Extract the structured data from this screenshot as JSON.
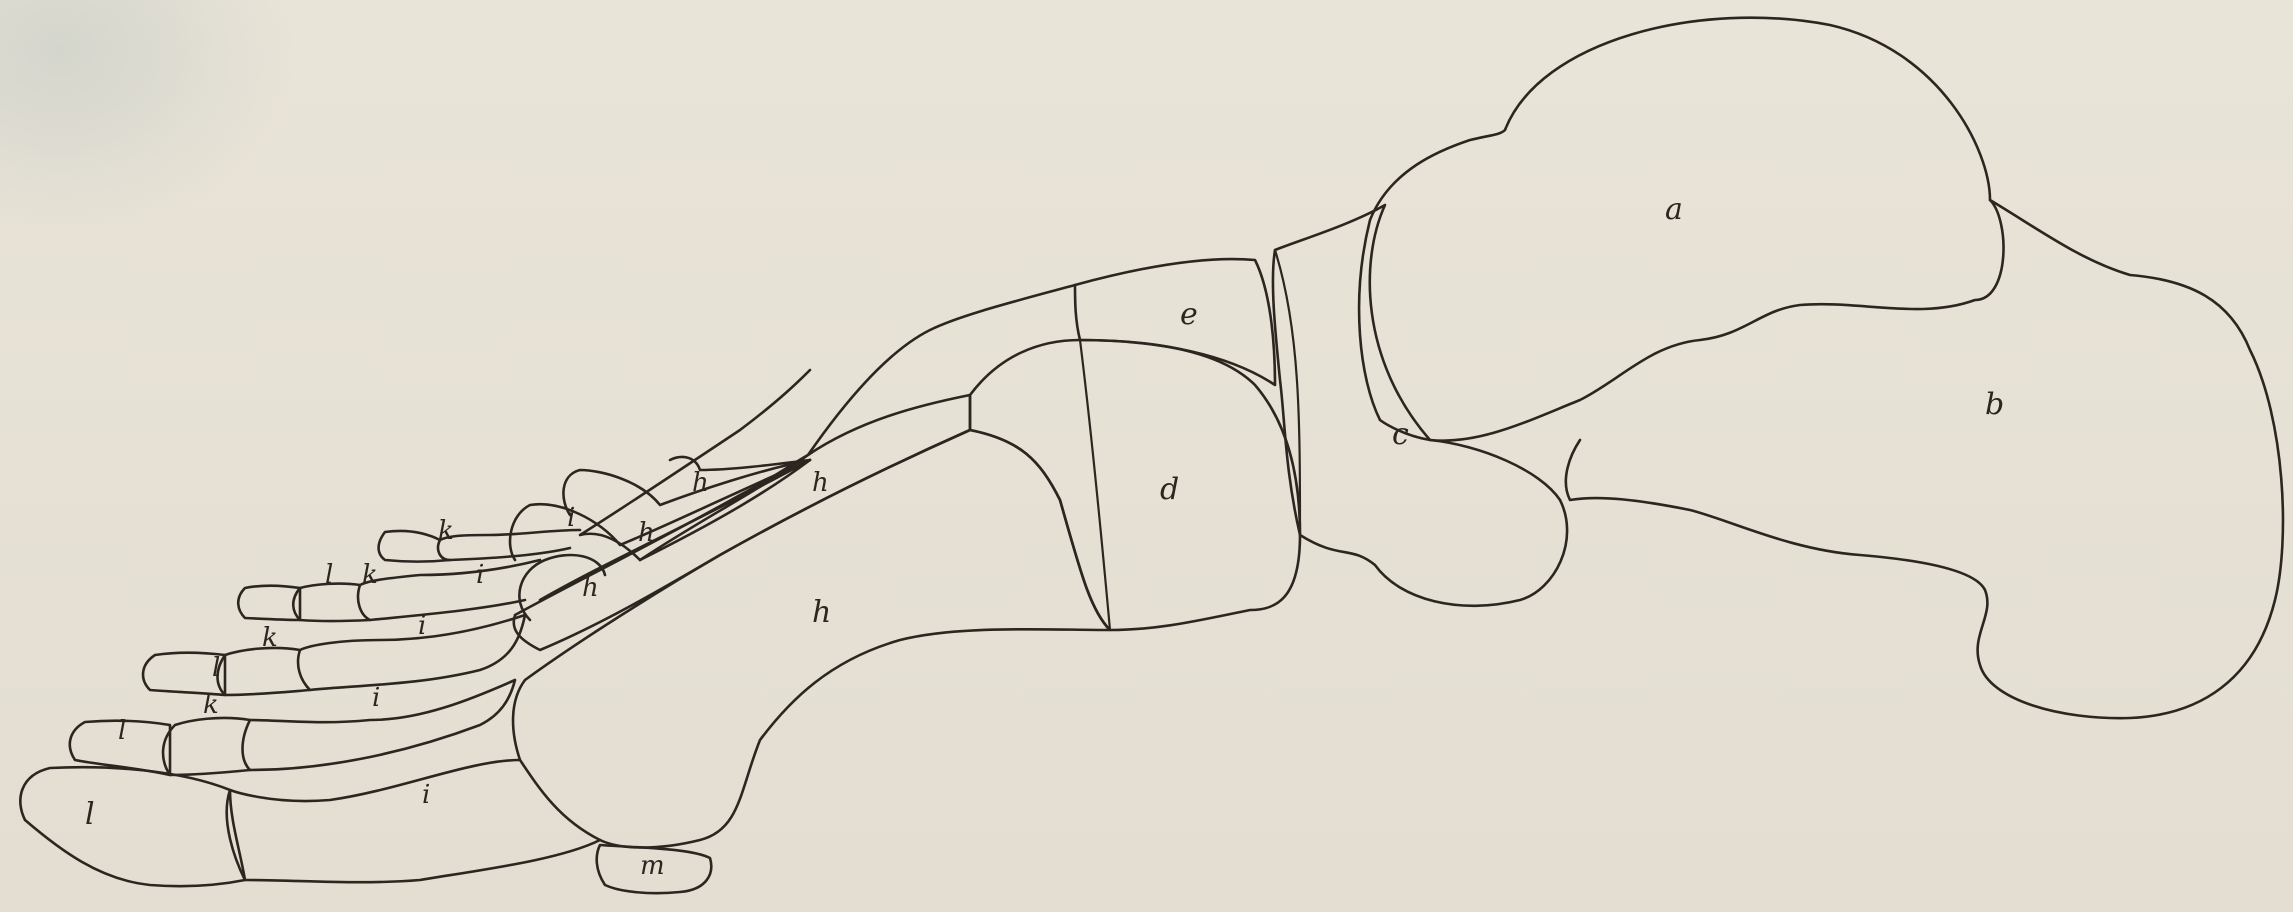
{
  "colors": {
    "paper": "#e6e1d5",
    "ink": "#2b2620"
  },
  "labels": {
    "a": "a",
    "b": "b",
    "c": "c",
    "d": "d",
    "e": "e",
    "h": "h",
    "i": "i",
    "k": "k",
    "l": "l",
    "m": "m"
  }
}
